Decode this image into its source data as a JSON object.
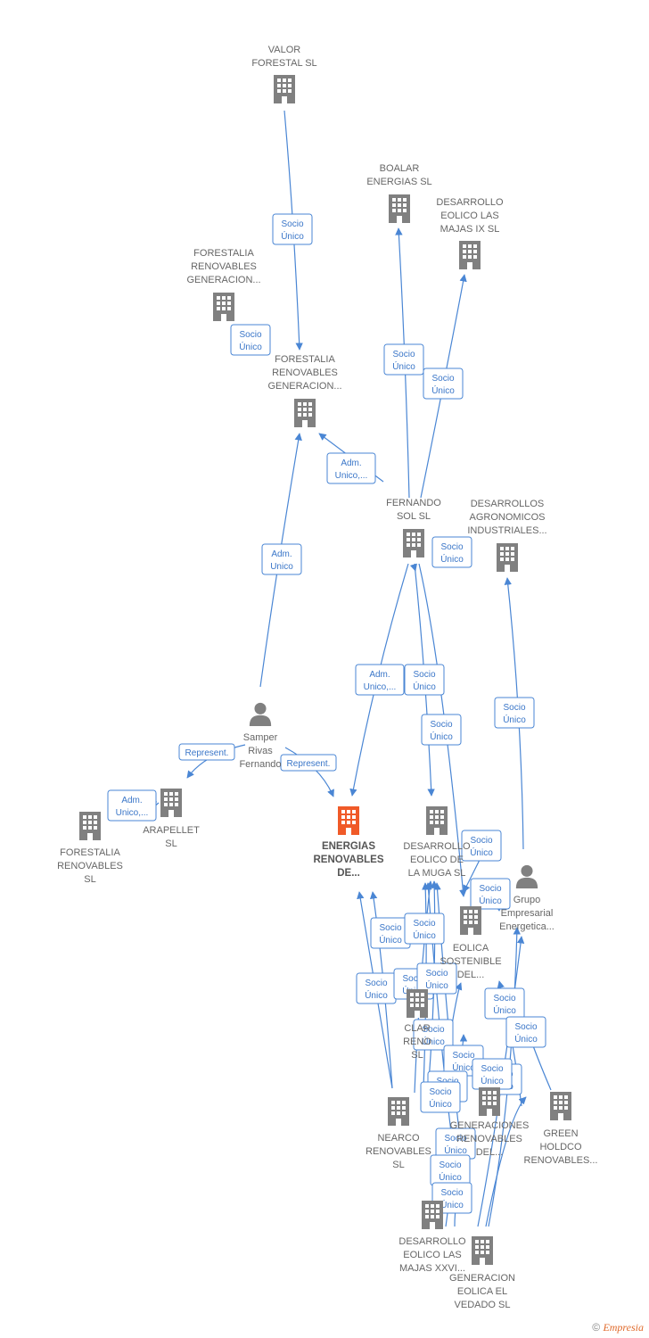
{
  "colors": {
    "edge": "#4a86d4",
    "building": "#808080",
    "building_main": "#f05a28",
    "person": "#808080"
  },
  "nodes": [
    {
      "id": "valor",
      "type": "company",
      "lines": [
        "VALOR",
        "FORESTAL SL"
      ]
    },
    {
      "id": "boalar",
      "type": "company",
      "lines": [
        "BOALAR",
        "ENERGIAS  SL"
      ]
    },
    {
      "id": "majas9",
      "type": "company",
      "lines": [
        "DESARROLLO",
        "EOLICO LAS",
        "MAJAS IX  SL"
      ]
    },
    {
      "id": "forgen1",
      "type": "company",
      "lines": [
        "FORESTALIA",
        "RENOVABLES",
        "GENERACION..."
      ]
    },
    {
      "id": "forgen2",
      "type": "company",
      "lines": [
        "FORESTALIA",
        "RENOVABLES",
        "GENERACION..."
      ]
    },
    {
      "id": "fernando",
      "type": "company",
      "lines": [
        "FERNANDO",
        "SOL SL"
      ]
    },
    {
      "id": "agro",
      "type": "company",
      "lines": [
        "DESARROLLOS",
        "AGRONOMICOS",
        "INDUSTRIALES..."
      ]
    },
    {
      "id": "samper",
      "type": "person",
      "lines": [
        "Samper",
        "Rivas",
        "Fernando"
      ]
    },
    {
      "id": "arapellet",
      "type": "company",
      "lines": [
        "ARAPELLET",
        "SL"
      ]
    },
    {
      "id": "forsl",
      "type": "company",
      "lines": [
        "FORESTALIA",
        "RENOVABLES",
        "SL"
      ]
    },
    {
      "id": "main",
      "type": "main",
      "lines": [
        "ENERGIAS",
        "RENOVABLES",
        "DE..."
      ]
    },
    {
      "id": "muga",
      "type": "company",
      "lines": [
        "DESARROLLO",
        "EOLICO DE",
        "LA MUGA SL"
      ]
    },
    {
      "id": "grupo",
      "type": "person",
      "lines": [
        "Grupo",
        "Empresarial",
        "Energetica..."
      ]
    },
    {
      "id": "eolica",
      "type": "company",
      "lines": [
        "EOLICA",
        "SOSTENIBLE",
        "DEL..."
      ]
    },
    {
      "id": "clar",
      "type": "company",
      "lines": [
        "CLAR",
        "RENO",
        "SL"
      ]
    },
    {
      "id": "nearco",
      "type": "company",
      "lines": [
        "NEARCO",
        "RENOVABLES",
        "SL"
      ]
    },
    {
      "id": "genren",
      "type": "company",
      "lines": [
        "GENERACIONES",
        "RENOVABLES",
        "DEL..."
      ]
    },
    {
      "id": "green",
      "type": "company",
      "lines": [
        "GREEN",
        "HOLDCO",
        "RENOVABLES..."
      ]
    },
    {
      "id": "majas26",
      "type": "company",
      "lines": [
        "DESARROLLO",
        "EOLICO LAS",
        "MAJAS XXVI..."
      ]
    },
    {
      "id": "vedado",
      "type": "company",
      "lines": [
        "GENERACION",
        "EOLICA EL",
        "VEDADO SL"
      ]
    }
  ],
  "edge_labels": [
    [
      "Socio",
      "Único"
    ],
    [
      "Socio",
      "Único"
    ],
    [
      "Socio",
      "Único"
    ],
    [
      "Socio",
      "Único"
    ],
    [
      "Adm.",
      "Unico,..."
    ],
    [
      "Socio",
      "Único"
    ],
    [
      "Adm.",
      "Unico"
    ],
    [
      "Socio",
      "Único"
    ],
    [
      "Adm.",
      "Unico,..."
    ],
    [
      "Socio",
      "Único"
    ],
    [
      "Socio",
      "Único"
    ],
    [
      "Represent."
    ],
    [
      "Represent."
    ],
    [
      "Adm.",
      "Unico,..."
    ],
    [
      "Socio",
      "Único"
    ],
    [
      "Socio",
      "Único"
    ],
    [
      "Socio",
      "Único"
    ],
    [
      "Socio",
      "Único"
    ],
    [
      "Socio",
      "Único"
    ],
    [
      "Socio",
      "Único"
    ],
    [
      "Socio",
      "Único"
    ],
    [
      "Socio",
      "Único"
    ],
    [
      "Socio",
      "Único"
    ],
    [
      "Socio",
      "Único"
    ],
    [
      "Socio",
      "Único"
    ],
    [
      "Socio",
      "Único"
    ],
    [
      "Socio",
      "Único"
    ],
    [
      "Socio",
      "Único"
    ],
    [
      "Socio",
      "Único"
    ],
    [
      "Socio",
      "Único"
    ],
    [
      "Socio",
      "Único"
    ],
    [
      "Socio",
      "Único"
    ]
  ],
  "footer": {
    "symbol": "©",
    "brand": "Empresia"
  }
}
